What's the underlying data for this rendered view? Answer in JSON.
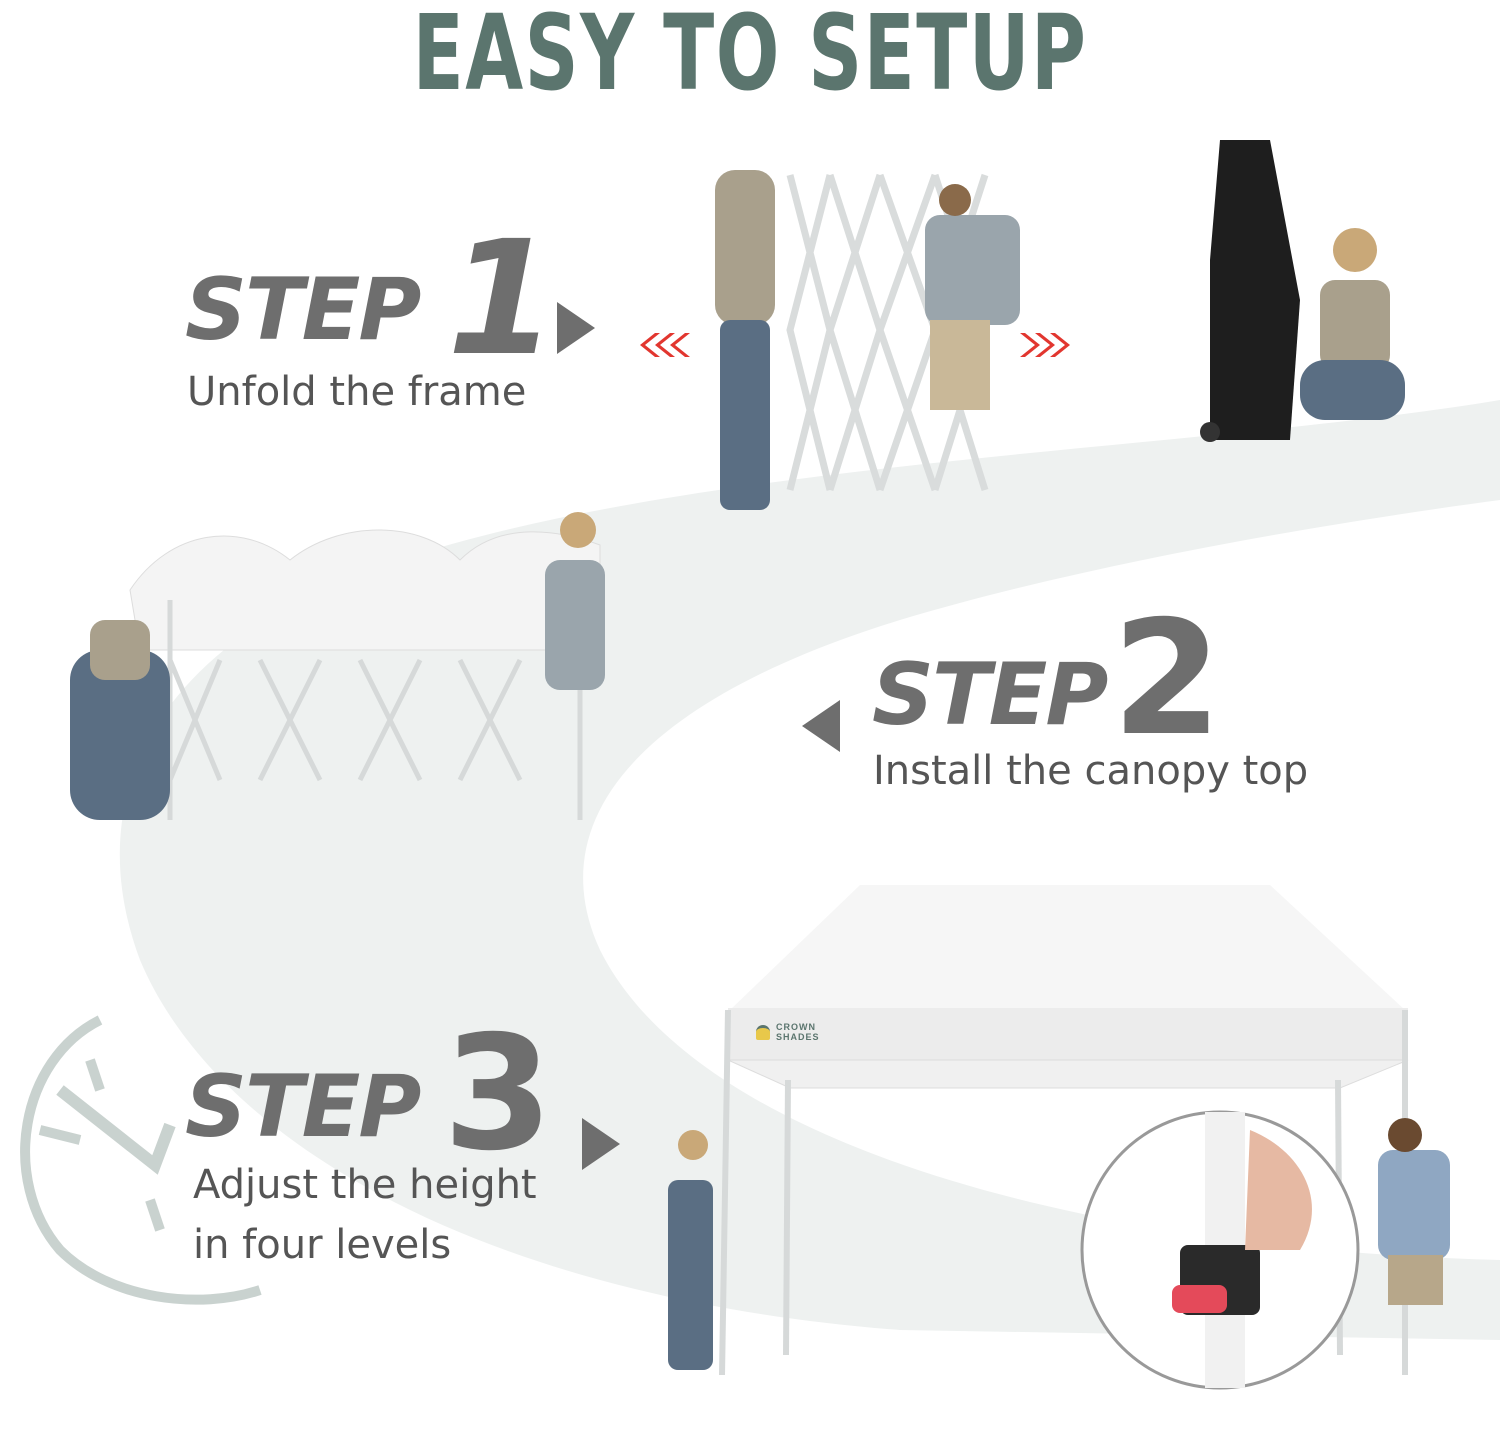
{
  "title": "EASY TO SETUP",
  "steps": [
    {
      "word": "STEP",
      "number": "1",
      "description": "Unfold the frame"
    },
    {
      "word": "STEP",
      "number": "2",
      "description": "Install the canopy top"
    },
    {
      "word": "STEP",
      "number": "3",
      "description_lines": [
        "Adjust the height",
        "in four levels"
      ]
    }
  ],
  "brand_logo": {
    "line1": "CROWN",
    "line2": "SHADES"
  },
  "colors": {
    "title": "#5b756e",
    "step_text": "#6e6e6e",
    "accent_red": "#e2362f",
    "path_bg": "#eef1f0"
  }
}
